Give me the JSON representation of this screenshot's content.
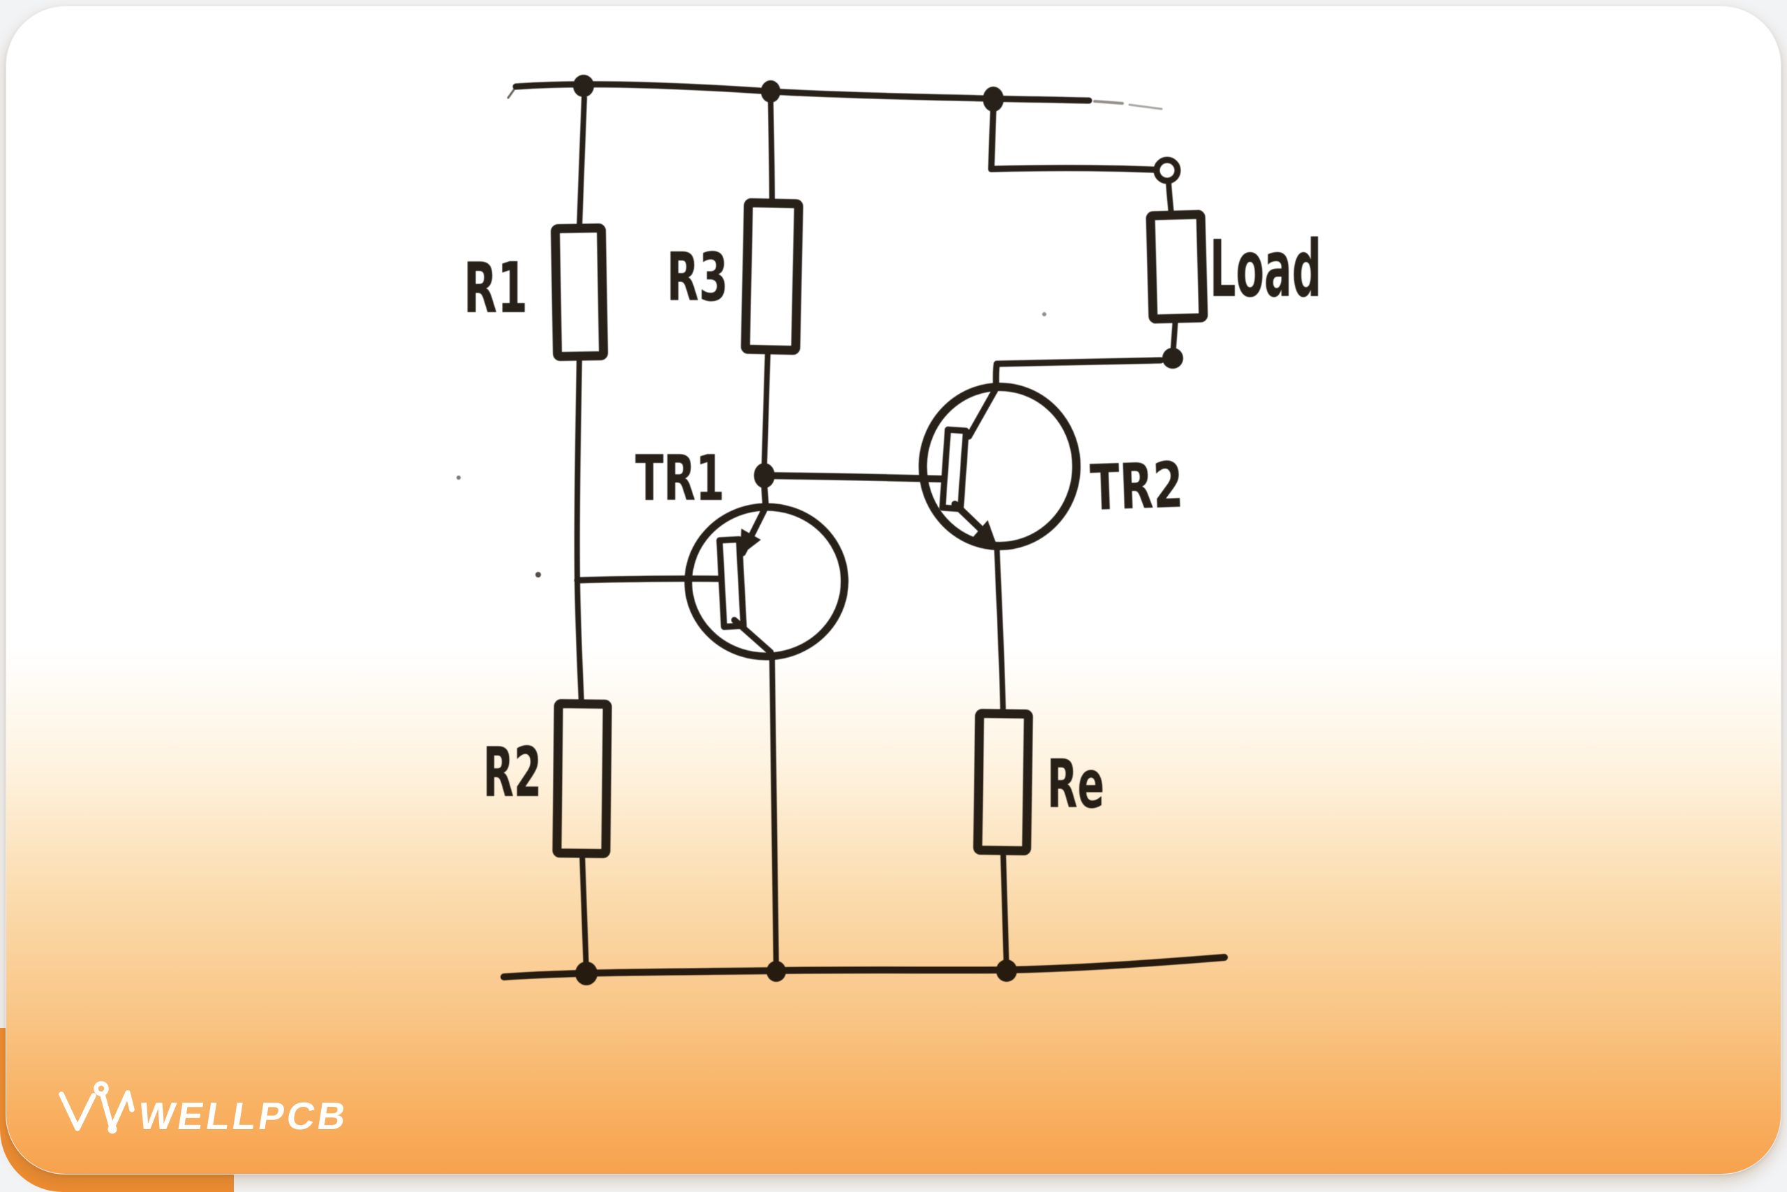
{
  "diagram": {
    "title": "Hand-drawn two-transistor amplifier circuit schematic",
    "components": {
      "r1": {
        "label": "R1",
        "type": "resistor"
      },
      "r2": {
        "label": "R2",
        "type": "resistor"
      },
      "r3": {
        "label": "R3",
        "type": "resistor"
      },
      "re": {
        "label": "Re",
        "type": "resistor"
      },
      "load": {
        "label": "Load",
        "type": "load-resistor"
      },
      "tr1": {
        "label": "TR1",
        "type": "transistor"
      },
      "tr2": {
        "label": "TR2",
        "type": "transistor"
      }
    },
    "rails": {
      "top": "supply-rail",
      "bottom": "ground-rail"
    },
    "ink_color": "#27211a"
  },
  "branding": {
    "logo_text": "WELLPCB",
    "logo_color": "#ffffff"
  },
  "colors": {
    "page_background": "#f2f3f5",
    "card_top": "#ffffff",
    "card_bottom_orange": "#f7a24d",
    "corner_backdrop_orange": "#ee8c31"
  }
}
